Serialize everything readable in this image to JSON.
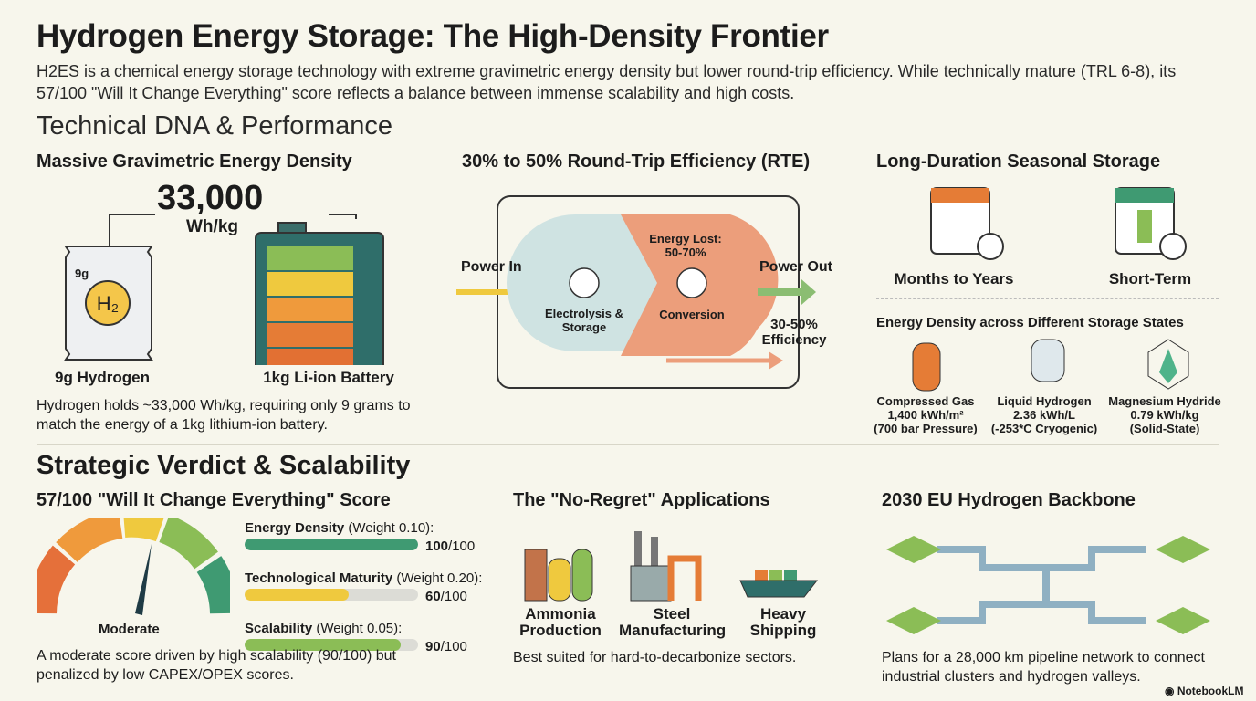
{
  "title": "Hydrogen Energy Storage: The High-Density Frontier",
  "subtitle": "H2ES is a chemical energy storage technology with extreme gravimetric energy density but lower round-trip efficiency. While technically mature (TRL 6-8), its 57/100 \"Will It Change Everything\" score reflects a balance between immense scalability and high costs.",
  "tech": {
    "heading": "Technical DNA & Performance",
    "density": {
      "title": "Massive Gravimetric Energy Density",
      "value": "33,000",
      "unit": "Wh/kg",
      "pack_label": "9g",
      "h2": "H2",
      "left_label": "9g Hydrogen",
      "right_label": "1kg Li-ion Battery",
      "desc": "Hydrogen holds ~33,000 Wh/kg, requiring only 9 grams to match the energy of a 1kg lithium-ion battery."
    },
    "rte": {
      "title": "30% to 50% Round-Trip Efficiency (RTE)",
      "power_in": "Power In",
      "power_out": "Power Out",
      "stage1": "Electrolysis & Storage",
      "loss": "Energy Lost: 50-70%",
      "stage2": "Conversion",
      "efficiency": "30-50% Efficiency"
    },
    "seasonal": {
      "title": "Long-Duration Seasonal Storage",
      "left": "Months to Years",
      "right": "Short-Term",
      "states_title": "Energy Density across Different Storage States",
      "states": [
        {
          "name": "Compressed Gas",
          "value": "1,400 kWh/m²",
          "note": "(700 bar Pressure)"
        },
        {
          "name": "Liquid Hydrogen",
          "value": "2.36 kWh/L",
          "note": "(-253*C Cryogenic)"
        },
        {
          "name": "Magnesium Hydride",
          "value": "0.79 kWh/kg",
          "note": "(Solid-State)"
        }
      ]
    }
  },
  "strategy": {
    "heading": "Strategic Verdict & Scalability",
    "score": {
      "title": "57/100 \"Will It Change Everything\" Score",
      "gauge_label": "Moderate",
      "gauge_value": 57,
      "metrics": [
        {
          "name": "Energy Density",
          "weight": "(Weight 0.10):",
          "score": "100",
          "max": "/100",
          "pct": 100,
          "color": "#3f9a72"
        },
        {
          "name": "Technological Maturity",
          "weight": "(Weight 0.20):",
          "score": "60",
          "max": "/100",
          "pct": 60,
          "color": "#efc93e"
        },
        {
          "name": "Scalability",
          "weight": "(Weight 0.05):",
          "score": "90",
          "max": "/100",
          "pct": 90,
          "color": "#8bbd56"
        }
      ],
      "desc": "A moderate score driven by high scalability (90/100) but penalized by low CAPEX/OPEX scores."
    },
    "apps": {
      "title": "The \"No-Regret\" Applications",
      "items": [
        "Ammonia Production",
        "Steel Manufacturing",
        "Heavy Shipping"
      ],
      "desc": "Best suited for hard-to-decarbonize sectors."
    },
    "backbone": {
      "title": "2030 EU Hydrogen Backbone",
      "desc": "Plans for a 28,000 km pipeline network to connect industrial clusters and hydrogen valleys."
    }
  },
  "brand": "NotebookLM"
}
